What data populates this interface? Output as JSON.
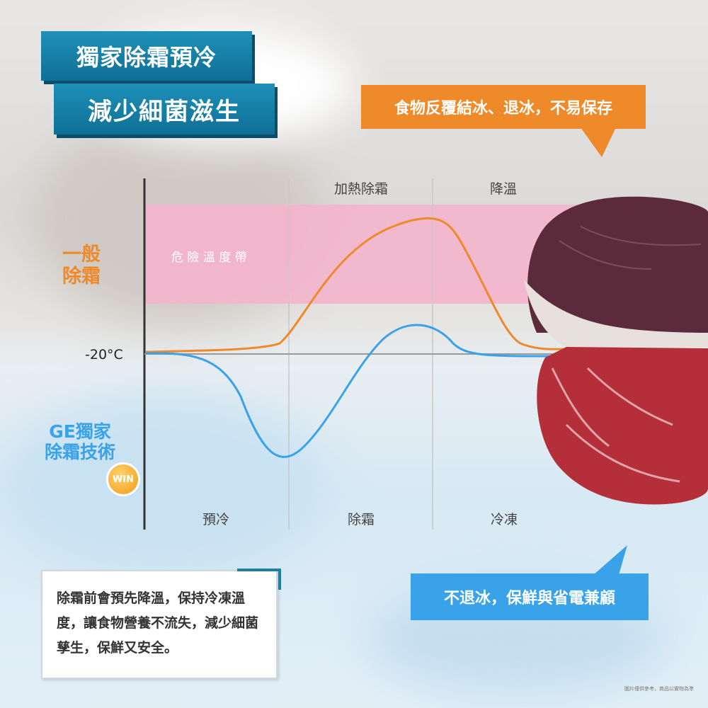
{
  "titles": {
    "line1": "獨家除霜預冷",
    "line2": "減少細菌滋生"
  },
  "bubbles": {
    "top": "食物反覆結冰、退冰，不易保存",
    "bottom": "不退冰，保鮮與省電兼顧"
  },
  "labels": {
    "general": "一般\n除霜",
    "ge": "GE獨家\n除霜技術",
    "win": "WIN",
    "temp": "-20°C",
    "danger_zone": "危 險 溫 度 帶"
  },
  "diagram": {
    "top_sections": [
      "",
      "加熱除霜",
      "降溫"
    ],
    "bottom_sections": [
      "預冷",
      "除霜",
      "冷凍"
    ]
  },
  "info_text": "除霜前會預先降溫，保持冷凍溫度，讓食物營養不流失，減少細菌孳生，保鮮又安全。",
  "footnote": "圖片僅供參考，商品以實物為準",
  "colors": {
    "orange": "#ee8a2a",
    "blue": "#3aa2e8",
    "teal": "#157aa1",
    "pink": "#f4b4cc"
  }
}
